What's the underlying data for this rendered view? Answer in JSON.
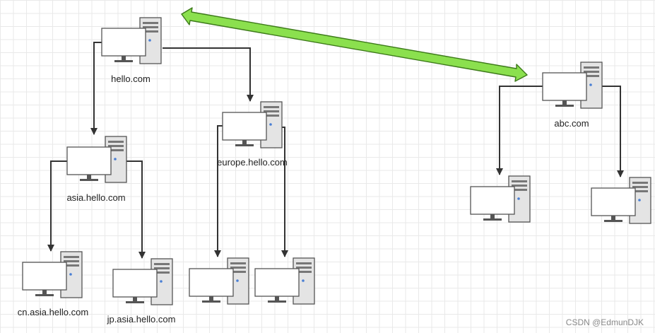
{
  "nodes": {
    "hello": "hello.com",
    "asia": "asia.hello.com",
    "europe": "europe.hello.com",
    "cn": "cn.asia.hello.com",
    "jp": "jp.asia.hello.com",
    "abc": "abc.com"
  },
  "watermark": "CSDN @EdmunDJK",
  "colors": {
    "line": "#333333",
    "trust_arrow_fill": "#8be04e",
    "trust_arrow_stroke": "#3d7a1a",
    "monitor": "#ffffff",
    "tower": "#e4e4e4",
    "outline": "#555555",
    "led": "#4a7fd4"
  },
  "icons": [
    "computer-icon"
  ]
}
